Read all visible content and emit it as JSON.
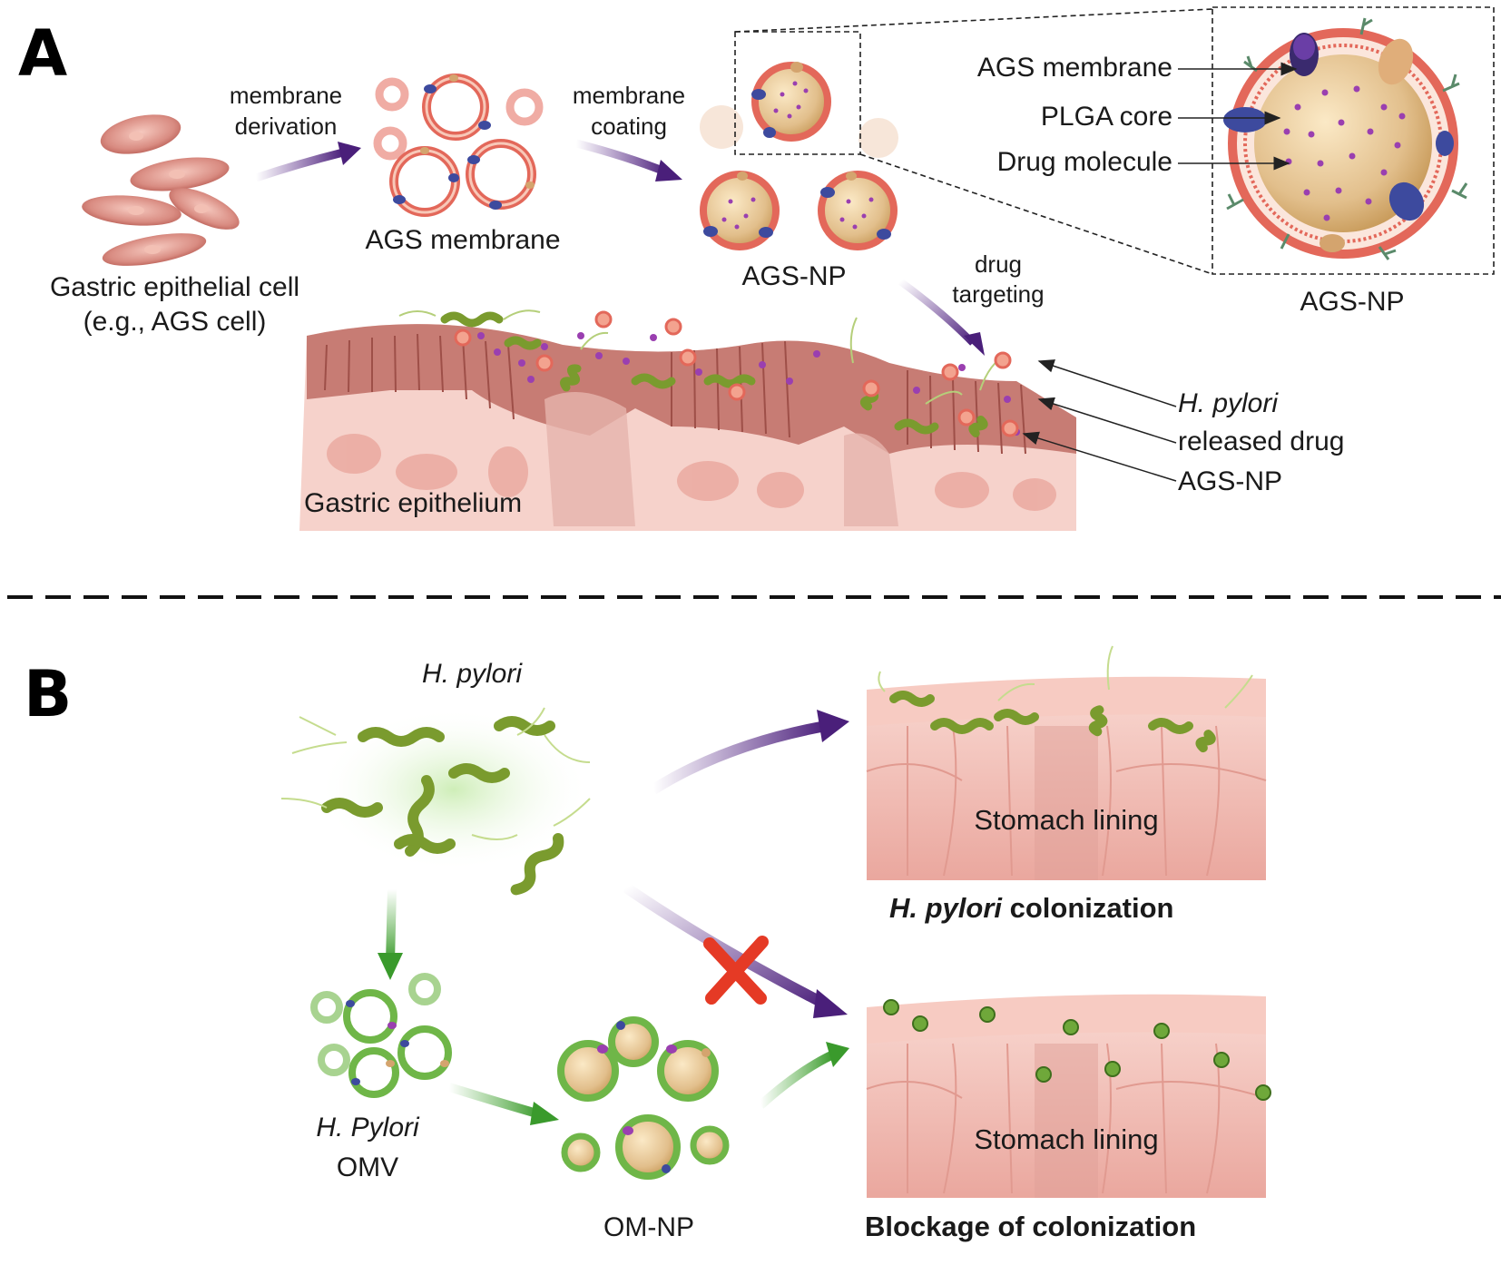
{
  "panel_a": {
    "letter": "A",
    "cell_label_line1": "Gastric epithelial cell",
    "cell_label_line2": "(e.g., AGS cell)",
    "arrow1_line1": "membrane",
    "arrow1_line2": "derivation",
    "membrane_label": "AGS membrane",
    "arrow2_line1": "membrane",
    "arrow2_line2": "coating",
    "np_label": "AGS-NP",
    "inset_label": "AGS-NP",
    "inset_callouts": [
      "AGS membrane",
      "PLGA core",
      "Drug molecule"
    ],
    "targeting_line1": "drug",
    "targeting_line2": "targeting",
    "epithelium_label": "Gastric epithelium",
    "legend_hpylori": "H. pylori",
    "legend_drug": "released drug",
    "legend_np": "AGS-NP"
  },
  "panel_b": {
    "letter": "B",
    "hpylori_label": "H. pylori",
    "omv_line1": "H. Pylori",
    "omv_line2": "OMV",
    "omnp_label": "OM-NP",
    "lining_top": "Stomach lining",
    "lining_bottom": "Stomach lining",
    "caption_top_italic": "H. pylori",
    "caption_top_rest": " colonization",
    "caption_bottom": "Blockage of colonization"
  },
  "colors": {
    "membrane_red": "#e3685a",
    "core_beige": "#e2bf8c",
    "drug_purple": "#9a3fb0",
    "protein_blue": "#3d4a9e",
    "bacteria_green": "#8fb03a",
    "arrow_purple": "#5a2a8a",
    "arrow_green": "#4caa3a",
    "tissue_pink": "#f2b8b0",
    "block_red": "#e53a25"
  }
}
